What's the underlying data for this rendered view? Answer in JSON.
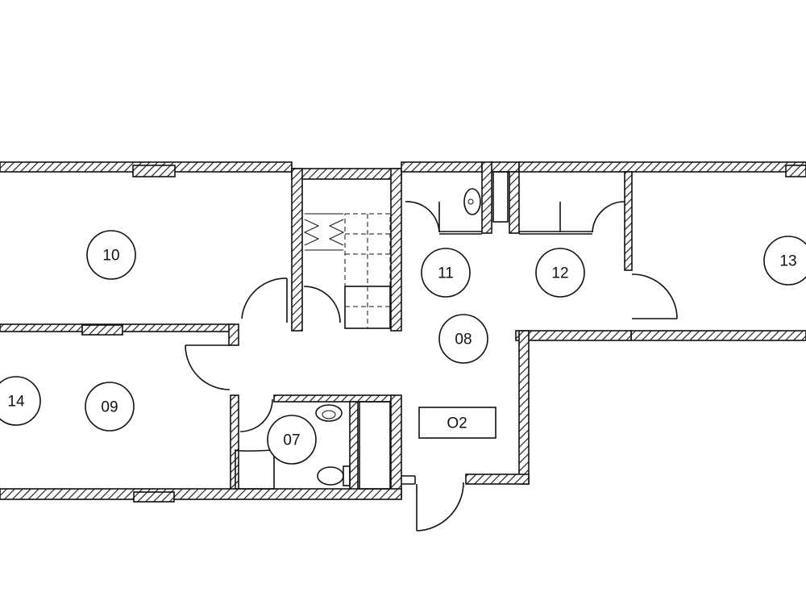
{
  "rooms": [
    {
      "id": "r10",
      "label": "10"
    },
    {
      "id": "r11",
      "label": "11"
    },
    {
      "id": "r12",
      "label": "12"
    },
    {
      "id": "r13",
      "label": "13"
    },
    {
      "id": "r14",
      "label": "14"
    },
    {
      "id": "r09",
      "label": "09"
    },
    {
      "id": "r08",
      "label": "08"
    },
    {
      "id": "r07",
      "label": "07"
    }
  ],
  "apartment_tag": "O2"
}
